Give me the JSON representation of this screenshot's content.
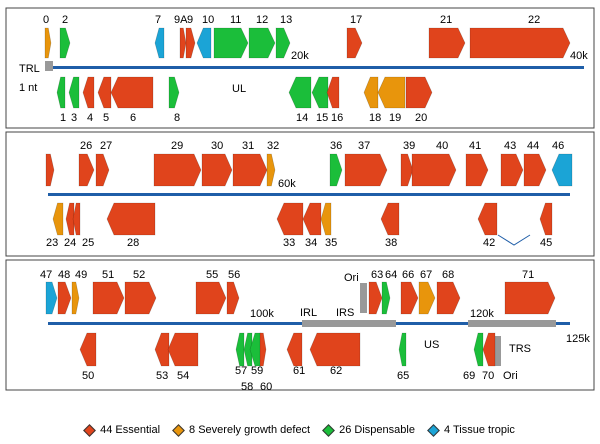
{
  "colors": {
    "essential": "#e0441c",
    "growth": "#e8950c",
    "dispensable": "#1bbe3a",
    "tropic": "#1ba4d6",
    "backbone": "#1f5ea8",
    "repeat": "#999999"
  },
  "panels": [
    {
      "ticks": [
        "20k",
        "40k"
      ],
      "annotations": [
        "TRL",
        "1 nt",
        "UL"
      ],
      "genes": [
        {
          "label": "0",
          "cat": "growth"
        },
        {
          "label": "2",
          "cat": "dispensable"
        },
        {
          "label": "7",
          "cat": "tropic"
        },
        {
          "label": "9A",
          "cat": "essential"
        },
        {
          "label": "9",
          "cat": "essential"
        },
        {
          "label": "10",
          "cat": "tropic"
        },
        {
          "label": "11",
          "cat": "dispensable"
        },
        {
          "label": "12",
          "cat": "dispensable"
        },
        {
          "label": "13",
          "cat": "dispensable"
        },
        {
          "label": "17",
          "cat": "essential"
        },
        {
          "label": "21",
          "cat": "essential"
        },
        {
          "label": "22",
          "cat": "essential"
        },
        {
          "label": "1",
          "cat": "dispensable"
        },
        {
          "label": "3",
          "cat": "dispensable"
        },
        {
          "label": "4",
          "cat": "essential"
        },
        {
          "label": "5",
          "cat": "essential"
        },
        {
          "label": "6",
          "cat": "essential"
        },
        {
          "label": "8",
          "cat": "dispensable"
        },
        {
          "label": "14",
          "cat": "dispensable"
        },
        {
          "label": "15",
          "cat": "dispensable"
        },
        {
          "label": "16",
          "cat": "essential"
        },
        {
          "label": "18",
          "cat": "growth"
        },
        {
          "label": "19",
          "cat": "growth"
        },
        {
          "label": "20",
          "cat": "essential"
        }
      ]
    },
    {
      "ticks": [
        "60k"
      ],
      "annotations": [],
      "genes": [
        {
          "label": "",
          "cat": "essential"
        },
        {
          "label": "26",
          "cat": "essential"
        },
        {
          "label": "27",
          "cat": "essential"
        },
        {
          "label": "29",
          "cat": "essential"
        },
        {
          "label": "30",
          "cat": "essential"
        },
        {
          "label": "31",
          "cat": "essential"
        },
        {
          "label": "32",
          "cat": "growth"
        },
        {
          "label": "36",
          "cat": "dispensable"
        },
        {
          "label": "37",
          "cat": "essential"
        },
        {
          "label": "39",
          "cat": "essential"
        },
        {
          "label": "40",
          "cat": "essential"
        },
        {
          "label": "41",
          "cat": "essential"
        },
        {
          "label": "43",
          "cat": "essential"
        },
        {
          "label": "44",
          "cat": "essential"
        },
        {
          "label": "46",
          "cat": "tropic"
        },
        {
          "label": "23",
          "cat": "growth"
        },
        {
          "label": "24",
          "cat": "essential"
        },
        {
          "label": "25",
          "cat": "essential"
        },
        {
          "label": "28",
          "cat": "essential"
        },
        {
          "label": "33",
          "cat": "essential"
        },
        {
          "label": "34",
          "cat": "essential"
        },
        {
          "label": "35",
          "cat": "growth"
        },
        {
          "label": "38",
          "cat": "essential"
        },
        {
          "label": "42",
          "cat": "essential"
        },
        {
          "label": "45",
          "cat": "essential"
        }
      ]
    },
    {
      "ticks": [
        "100k",
        "120k",
        "125k"
      ],
      "annotations": [
        "IRL",
        "IRS",
        "US",
        "TRS",
        "Ori",
        "Ori"
      ],
      "genes": [
        {
          "label": "47",
          "cat": "tropic"
        },
        {
          "label": "48",
          "cat": "essential"
        },
        {
          "label": "49",
          "cat": "growth"
        },
        {
          "label": "51",
          "cat": "essential"
        },
        {
          "label": "52",
          "cat": "essential"
        },
        {
          "label": "55",
          "cat": "essential"
        },
        {
          "label": "56",
          "cat": "essential"
        },
        {
          "label": "63",
          "cat": "essential"
        },
        {
          "label": "64",
          "cat": "dispensable"
        },
        {
          "label": "66",
          "cat": "essential"
        },
        {
          "label": "67",
          "cat": "growth"
        },
        {
          "label": "68",
          "cat": "essential"
        },
        {
          "label": "71",
          "cat": "essential"
        },
        {
          "label": "50",
          "cat": "essential"
        },
        {
          "label": "53",
          "cat": "essential"
        },
        {
          "label": "54",
          "cat": "essential"
        },
        {
          "label": "57",
          "cat": "dispensable"
        },
        {
          "label": "58",
          "cat": "dispensable"
        },
        {
          "label": "59",
          "cat": "dispensable"
        },
        {
          "label": "60",
          "cat": "essential"
        },
        {
          "label": "61",
          "cat": "essential"
        },
        {
          "label": "62",
          "cat": "essential"
        },
        {
          "label": "65",
          "cat": "dispensable"
        },
        {
          "label": "69",
          "cat": "dispensable"
        },
        {
          "label": "70",
          "cat": "essential"
        }
      ]
    }
  ],
  "legend": [
    {
      "text": "44 Essential",
      "cat": "essential"
    },
    {
      "text": "8 Severely growth defect",
      "cat": "growth"
    },
    {
      "text": "26 Dispensable",
      "cat": "dispensable"
    },
    {
      "text": "4 Tissue tropic",
      "cat": "tropic"
    }
  ]
}
